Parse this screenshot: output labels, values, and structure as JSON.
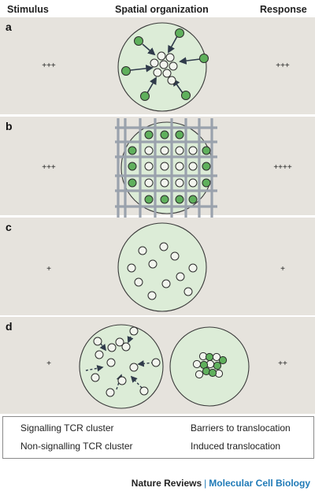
{
  "header": {
    "stimulus": "Stimulus",
    "spatial": "Spatial organization",
    "response": "Response"
  },
  "panels": [
    {
      "label": "a",
      "stimulus": "+++",
      "response": "+++"
    },
    {
      "label": "b",
      "stimulus": "+++",
      "response": "++++"
    },
    {
      "label": "c",
      "stimulus": "+",
      "response": "+"
    },
    {
      "label": "d",
      "stimulus": "+",
      "response": "++"
    }
  ],
  "legend": {
    "signalling": "Signalling TCR cluster",
    "nonsignalling": "Non-signalling TCR cluster",
    "barriers": "Barriers to translocation",
    "induced": "Induced translocation"
  },
  "footer": {
    "journal": "Nature Reviews",
    "separator": "|",
    "subtitle": "Molecular Cell Biology"
  },
  "colors": {
    "panel_bg": "#e6e3dd",
    "cell_fill": "#dcecd7",
    "signalling": "#5fb05c",
    "grid": "#9aa2ad",
    "accent_blue": "#1f7ab7",
    "arrow": "#2f3a4a"
  }
}
